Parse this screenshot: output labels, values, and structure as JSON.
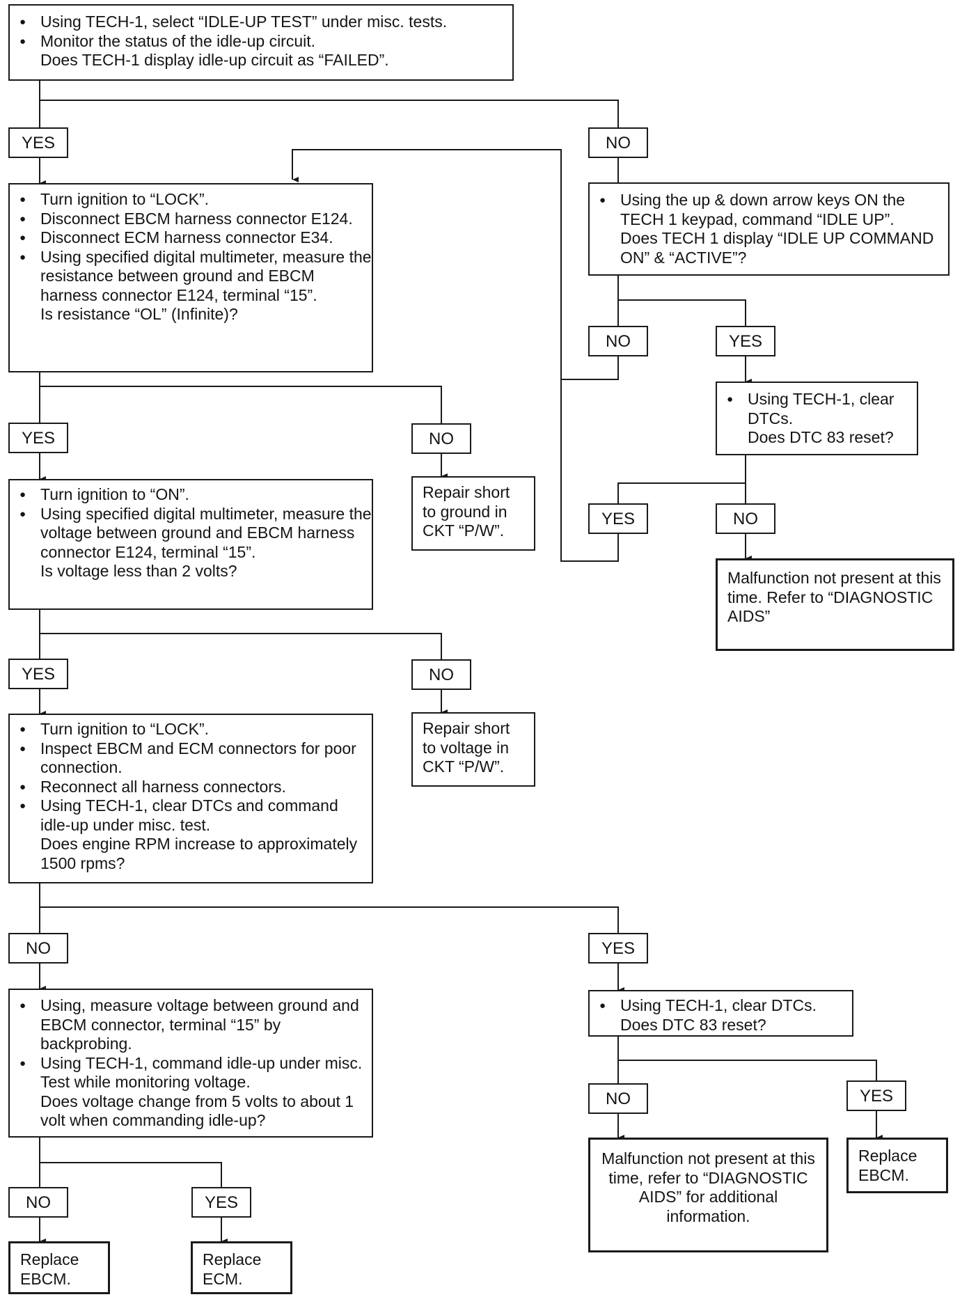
{
  "start": {
    "bullets": [
      "Using TECH-1, select “IDLE-UP TEST” under misc. tests.",
      "Monitor the status of the idle-up circuit."
    ],
    "question": "Does TECH-1 display idle-up circuit as “FAILED”."
  },
  "resistance": {
    "bullets": [
      "Turn ignition to “LOCK”.",
      "Disconnect EBCM harness connector E124.",
      "Disconnect ECM harness connector E34.",
      "Using specified digital multimeter, measure the resistance between ground and EBCM harness connector E124, terminal “15”."
    ],
    "question": "Is resistance “OL” (Infinite)?"
  },
  "voltage": {
    "bullets": [
      "Turn ignition to “ON”.",
      "Using specified digital multimeter, measure the voltage between ground and EBCM harness connector E124, terminal “15”."
    ],
    "question": "Is voltage less than 2 volts?"
  },
  "inspect": {
    "bullets": [
      "Turn ignition to “LOCK”.",
      "Inspect EBCM and ECM connectors for poor connection.",
      "Reconnect all harness connectors.",
      "Using TECH-1, clear DTCs and command idle-up under misc. test."
    ],
    "question": "Does engine RPM increase to approximately 1500 rpms?"
  },
  "backprobe": {
    "bullets": [
      "Using, measure voltage between ground and EBCM connector, terminal “15” by backprobing.",
      "Using TECH-1, command idle-up under misc. Test while monitoring voltage."
    ],
    "question": "Does voltage change from 5 volts to about 1 volt when commanding idle-up?"
  },
  "command": {
    "bullets": [
      "Using the up & down arrow keys ON the TECH 1 keypad, command “IDLE UP”."
    ],
    "question": "Does TECH 1 display “IDLE UP COMMAND ON” & “ACTIVE”?"
  },
  "clear_a": {
    "bullets": [
      "Using TECH-1, clear DTCs."
    ],
    "question": "Does DTC 83 reset?"
  },
  "clear_b": {
    "bullets": [
      "Using TECH-1, clear DTCs."
    ],
    "question": "Does DTC 83 reset?"
  },
  "results": {
    "short_ground": "Repair short to ground in CKT “P/W”.",
    "short_voltage": "Repair short to voltage in CKT “P/W”.",
    "not_present_a": "Malfunction not present at this time. Refer to “DIAGNOSTIC AIDS”",
    "not_present_b": "Malfunction not present at this time, refer to “DIAGNOSTIC AIDS” for additional information.",
    "replace_ebcm_a": "Replace EBCM.",
    "replace_ebcm_b": "Replace EBCM.",
    "replace_ecm": "Replace ECM."
  },
  "labels": {
    "yes": "YES",
    "no": "NO"
  }
}
